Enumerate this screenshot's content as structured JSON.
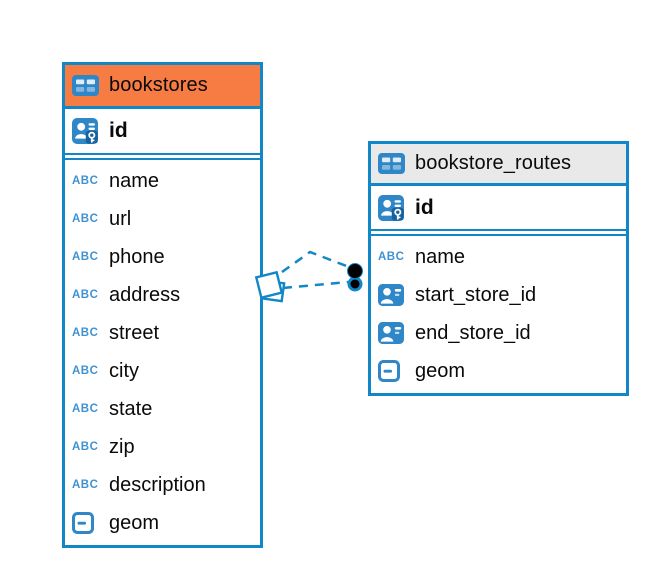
{
  "colors": {
    "accent_blue": "#1287C7",
    "icon_blue": "#2F87C8",
    "header_orange": "#F77C44",
    "header_gray": "#E9E9E9",
    "text": "#0A0A0A",
    "connector_dot": "#000000"
  },
  "icons": {
    "text_type_glyph": "ABC"
  },
  "tables": [
    {
      "title": "bookstores",
      "header_style": "orange",
      "pk": {
        "name": "id"
      },
      "columns": [
        {
          "name": "name",
          "type": "text"
        },
        {
          "name": "url",
          "type": "text"
        },
        {
          "name": "phone",
          "type": "text"
        },
        {
          "name": "address",
          "type": "text"
        },
        {
          "name": "street",
          "type": "text"
        },
        {
          "name": "city",
          "type": "text"
        },
        {
          "name": "state",
          "type": "text"
        },
        {
          "name": "zip",
          "type": "text"
        },
        {
          "name": "description",
          "type": "text"
        },
        {
          "name": "geom",
          "type": "geometry"
        }
      ]
    },
    {
      "title": "bookstore_routes",
      "header_style": "gray",
      "pk": {
        "name": "id"
      },
      "columns": [
        {
          "name": "name",
          "type": "text"
        },
        {
          "name": "start_store_id",
          "type": "reference"
        },
        {
          "name": "end_store_id",
          "type": "reference"
        },
        {
          "name": "geom",
          "type": "geometry"
        }
      ]
    }
  ],
  "relationship": {
    "style": "dashed",
    "from_table": "bookstore_routes",
    "to_table": "bookstores",
    "line_count": 2
  }
}
